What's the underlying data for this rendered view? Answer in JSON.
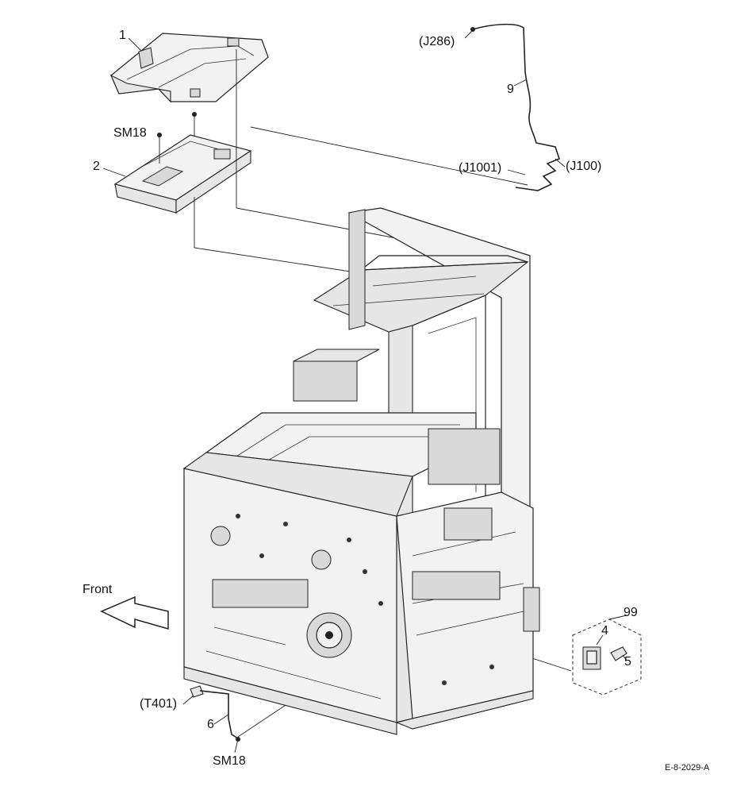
{
  "callouts": {
    "c1": "1",
    "c2": "2",
    "sm18_top": "SM18",
    "j286": "(J286)",
    "c9": "9",
    "j1001": "(J1001)",
    "j100": "(J100)",
    "front": "Front",
    "c99": "99",
    "c4": "4",
    "c5": "5",
    "t401": "(T401)",
    "c6": "6",
    "sm18_bottom": "SM18"
  },
  "figure_id": "E-8-2029-A"
}
